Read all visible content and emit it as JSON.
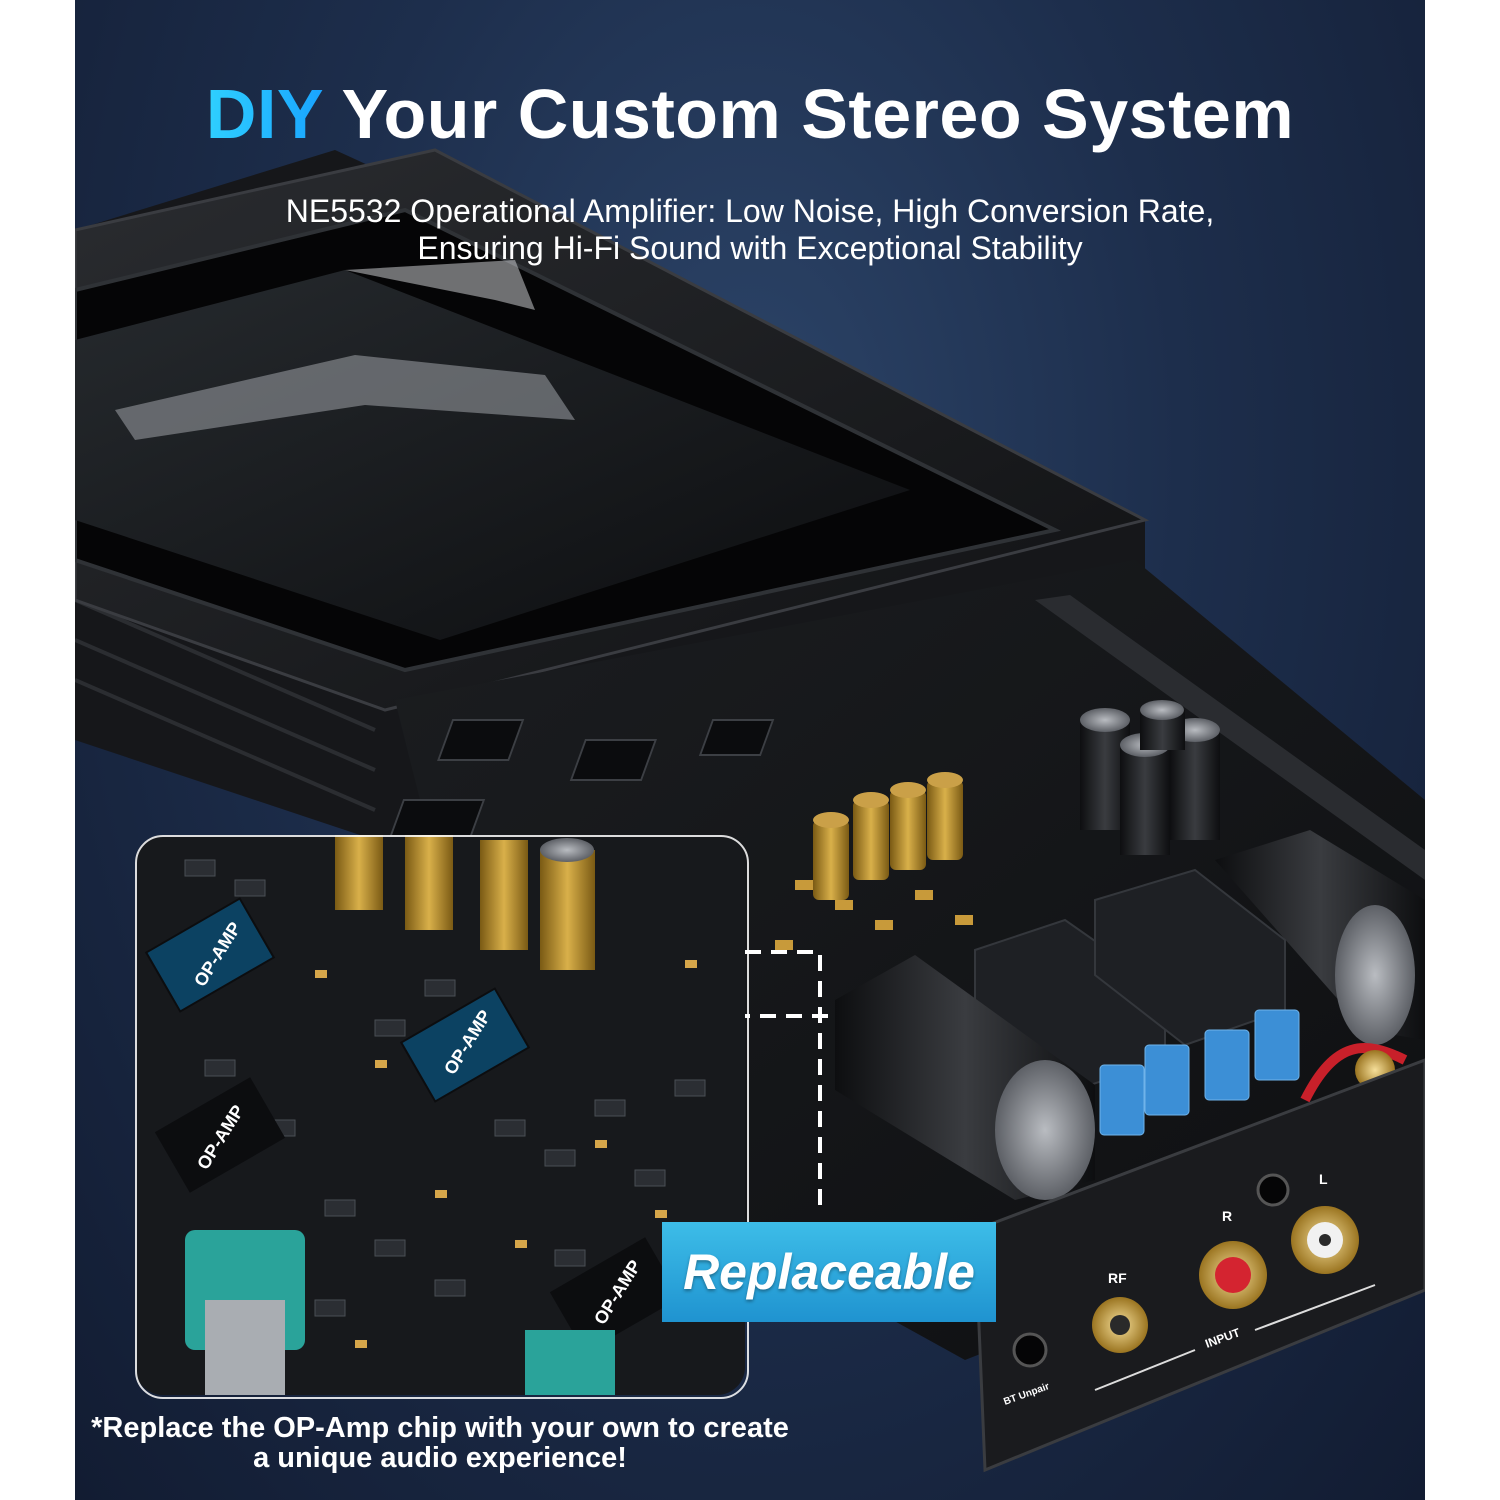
{
  "headline": {
    "accent": "DIY",
    "rest": " Your Custom Stereo System"
  },
  "subtitle": {
    "line1": "NE5532 Operational Amplifier: Low Noise, High Conversion Rate,",
    "line2": "Ensuring Hi-Fi Sound with Exceptional Stability"
  },
  "zoom": {
    "chip_label": "OP-AMP"
  },
  "badge": {
    "label": "Replaceable"
  },
  "panel": {
    "rf": "RF",
    "r": "R",
    "l": "L",
    "input": "INPUT",
    "bt": "BT Unpair"
  },
  "footnote": {
    "line1": "*Replace the OP-Amp chip with your own to create",
    "line2": "a unique audio experience!"
  },
  "colors": {
    "accent": "#1fb6ff",
    "background": "#1d2e4c",
    "badge": "#2aa7dd"
  }
}
